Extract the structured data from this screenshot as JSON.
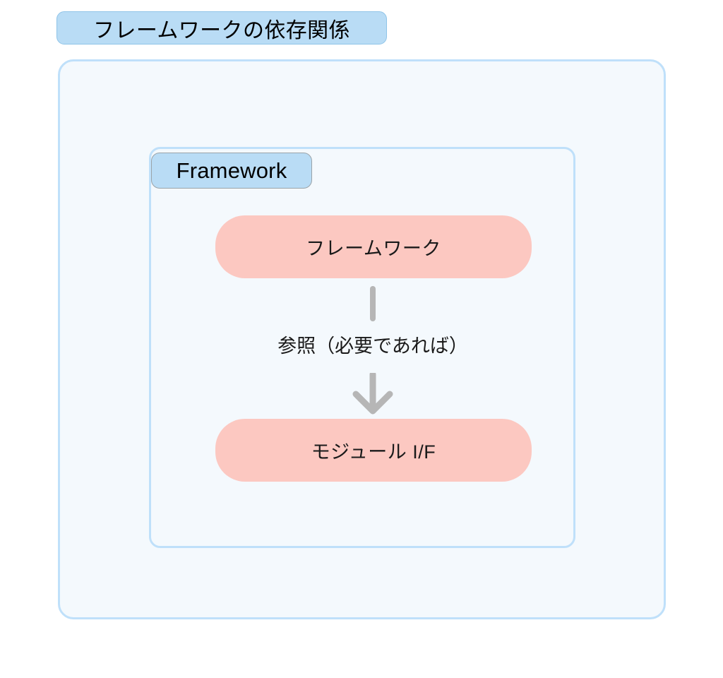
{
  "diagram": {
    "type": "dependency-diagram",
    "language": "ja",
    "outer_group": {
      "title": "フレームワークの依存関係",
      "title_chip_color": "#b9dcf5",
      "container_fill": "#f4f9fd",
      "container_border": "#bfe0fa"
    },
    "inner_group": {
      "title": "Framework",
      "title_chip_color": "#b9dcf5",
      "container_border": "#bfe0fa"
    },
    "nodes": [
      {
        "id": "framework",
        "label": "フレームワーク",
        "fill": "#fcc8c1"
      },
      {
        "id": "module-if",
        "label": "モジュール I/F",
        "fill": "#fcc8c1"
      }
    ],
    "edges": [
      {
        "id": "framework-to-module-if",
        "from": "framework",
        "to": "module-if",
        "label": "参照（必要であれば）",
        "color": "#b6b6b6",
        "arrowhead": "down-chevron"
      }
    ]
  }
}
